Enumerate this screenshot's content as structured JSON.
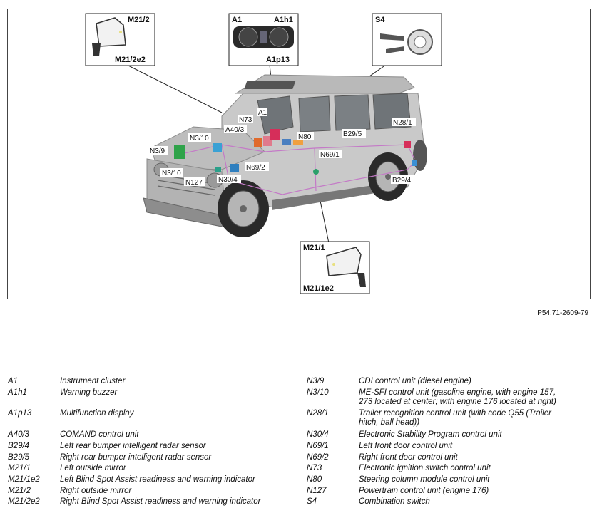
{
  "figure_ref": "P54.71-2609-79",
  "callouts": {
    "m21_2": {
      "top": "M21/2",
      "bottom": "M21/2e2"
    },
    "a1": {
      "left": "A1",
      "right": "A1h1",
      "bottom": "A1p13"
    },
    "s4": {
      "top": "S4"
    },
    "m21_1": {
      "top": "M21/1",
      "bottom": "M21/1e2"
    }
  },
  "labels": [
    "N73",
    "A1",
    "A40/3",
    "N3/10",
    "N3/9",
    "N3/10",
    "N127",
    "N30/4",
    "N69/2",
    "N80",
    "B29/5",
    "N69/1",
    "N28/1",
    "B29/4"
  ],
  "legend_left": [
    {
      "code": "A1",
      "desc": "Instrument cluster"
    },
    {
      "code": "A1h1",
      "desc": "Warning buzzer"
    },
    {
      "code": "A1p13",
      "desc": "Multifunction display"
    },
    {
      "code": "A40/3",
      "desc": "COMAND control unit"
    },
    {
      "code": "B29/4",
      "desc": "Left rear bumper intelligent radar sensor"
    },
    {
      "code": "B29/5",
      "desc": "Right rear bumper intelligent radar sensor"
    },
    {
      "code": "M21/1",
      "desc": "Left outside mirror"
    },
    {
      "code": "M21/1e2",
      "desc": "Left Blind Spot Assist readiness and warning indicator"
    },
    {
      "code": "M21/2",
      "desc": "Right outside mirror"
    },
    {
      "code": "M21/2e2",
      "desc": "Right Blind Spot Assist readiness and warning indicator"
    }
  ],
  "legend_right": [
    {
      "code": "N3/9",
      "desc": "CDI control unit (diesel engine)"
    },
    {
      "code": "N3/10",
      "desc": "ME-SFI control unit (gasoline engine, with engine 157,",
      "desc2": "273 located at center; with engine 176 located at right)"
    },
    {
      "code": "N28/1",
      "desc": "Trailer recognition control unit (with code Q55 (Trailer",
      "desc2": "hitch, ball head))"
    },
    {
      "code": "N30/4",
      "desc": "Electronic Stability Program control unit"
    },
    {
      "code": "N69/1",
      "desc": "Left front door control unit"
    },
    {
      "code": "N69/2",
      "desc": "Right front door control unit"
    },
    {
      "code": "N73",
      "desc": "Electronic ignition switch control unit"
    },
    {
      "code": "N80",
      "desc": "Steering column module control unit"
    },
    {
      "code": "N127",
      "desc": "Powertrain control unit (engine 176)"
    },
    {
      "code": "S4",
      "desc": "Combination switch"
    }
  ]
}
